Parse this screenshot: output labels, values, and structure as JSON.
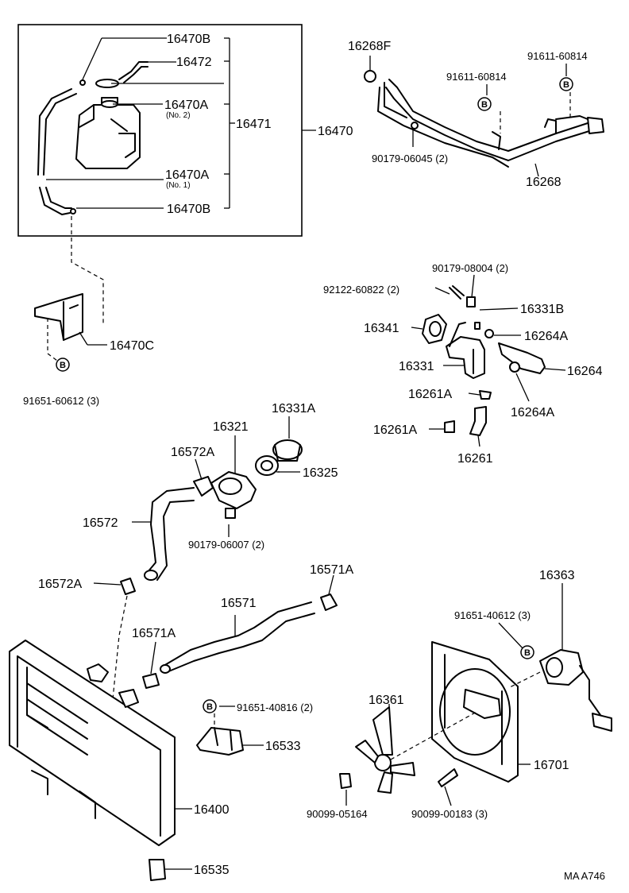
{
  "labels": {
    "p16470B_top": "16470B",
    "p16472": "16472",
    "p16470A_no2": "16470A",
    "p16470A_no2_note": "(No. 2)",
    "p16471": "16471",
    "p16470": "16470",
    "p16470A_no1": "16470A",
    "p16470A_no1_note": "(No. 1)",
    "p16470B_bot": "16470B",
    "p16470C": "16470C",
    "p91651_60612": "91651-60612 (3)",
    "p16268F": "16268F",
    "p91611_60814_a": "91611-60814",
    "p91611_60814_b": "91611-60814",
    "p90179_06045": "90179-06045 (2)",
    "p16268": "16268",
    "p90179_08004": "90179-08004 (2)",
    "p92122_60822": "92122-60822 (2)",
    "p16331B": "16331B",
    "p16341": "16341",
    "p16264A_a": "16264A",
    "p16331": "16331",
    "p16264": "16264",
    "p16261A_a": "16261A",
    "p16264A_b": "16264A",
    "p16261A_b": "16261A",
    "p16261": "16261",
    "p16321": "16321",
    "p16331A": "16331A",
    "p16572A_a": "16572A",
    "p16325": "16325",
    "p16572": "16572",
    "p90179_06007": "90179-06007 (2)",
    "p16572A_b": "16572A",
    "p16571A_a": "16571A",
    "p16571": "16571",
    "p16571A_b": "16571A",
    "p16363": "16363",
    "p91651_40612": "91651-40612 (3)",
    "p91651_40816": "91651-40816 (2)",
    "p16533": "16533",
    "p16361": "16361",
    "p16701": "16701",
    "p16400": "16400",
    "p90099_05164": "90099-05164",
    "p90099_00183": "90099-00183 (3)",
    "p16535": "16535",
    "drawing_code": "MA A746",
    "bolt_mark": "B"
  }
}
